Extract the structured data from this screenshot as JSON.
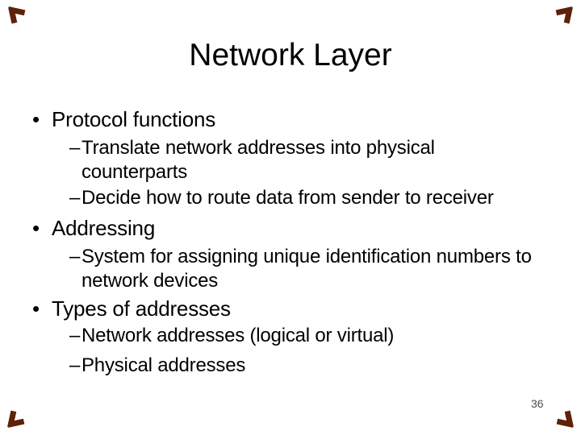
{
  "slide": {
    "title": "Network Layer",
    "bullet_char": "•",
    "dash_char": "–",
    "bullets": [
      {
        "level": 1,
        "text": "Protocol functions"
      },
      {
        "level": 2,
        "text": [
          "Translate network addresses into physical",
          "counterparts"
        ]
      },
      {
        "level": 2,
        "text": "Decide how to route data from sender to receiver"
      },
      {
        "level": 1,
        "text": "Addressing"
      },
      {
        "level": 2,
        "text": [
          "System for assigning unique identification numbers to",
          "network devices"
        ]
      },
      {
        "level": 1,
        "text": "Types of addresses"
      },
      {
        "level": 2,
        "text": "Network addresses (logical or virtual)"
      },
      {
        "level": 2,
        "text": "Physical addresses"
      }
    ],
    "page_number": "36",
    "theme": {
      "background_color": "#ffffff",
      "text_color": "#000000",
      "page_number_color": "#4d4d4d",
      "corner_accent_color": "#5e2109"
    }
  }
}
